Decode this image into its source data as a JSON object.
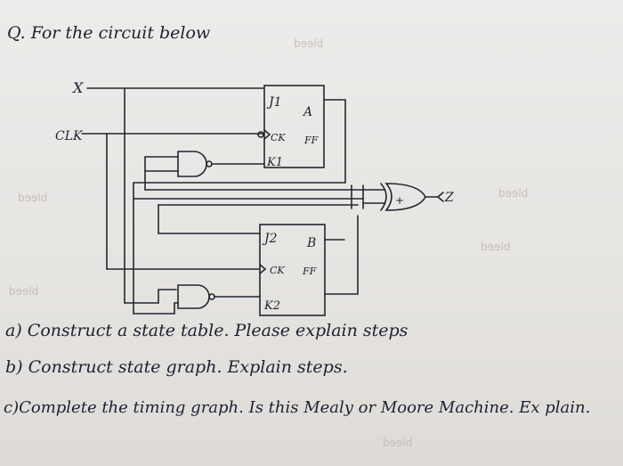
{
  "question": {
    "title": "Q. For the circuit below",
    "part_a": "a) Construct a state table. Please explain steps",
    "part_b": "b) Construct state graph. Explain steps.",
    "part_c": "c)Complete the timing graph. Is this Mealy or Moore Machine. Ex plain."
  },
  "circuit": {
    "input_x": "X",
    "input_clk": "CLK",
    "ff_a": {
      "j": "J1",
      "k": "K1",
      "q": "A",
      "ck": "CK",
      "ff": "FF"
    },
    "ff_b": {
      "j": "J2",
      "k": "K2",
      "q": "B",
      "ck": "CK",
      "ff": "FF"
    },
    "output": "Z",
    "xor_mark": "+"
  }
}
